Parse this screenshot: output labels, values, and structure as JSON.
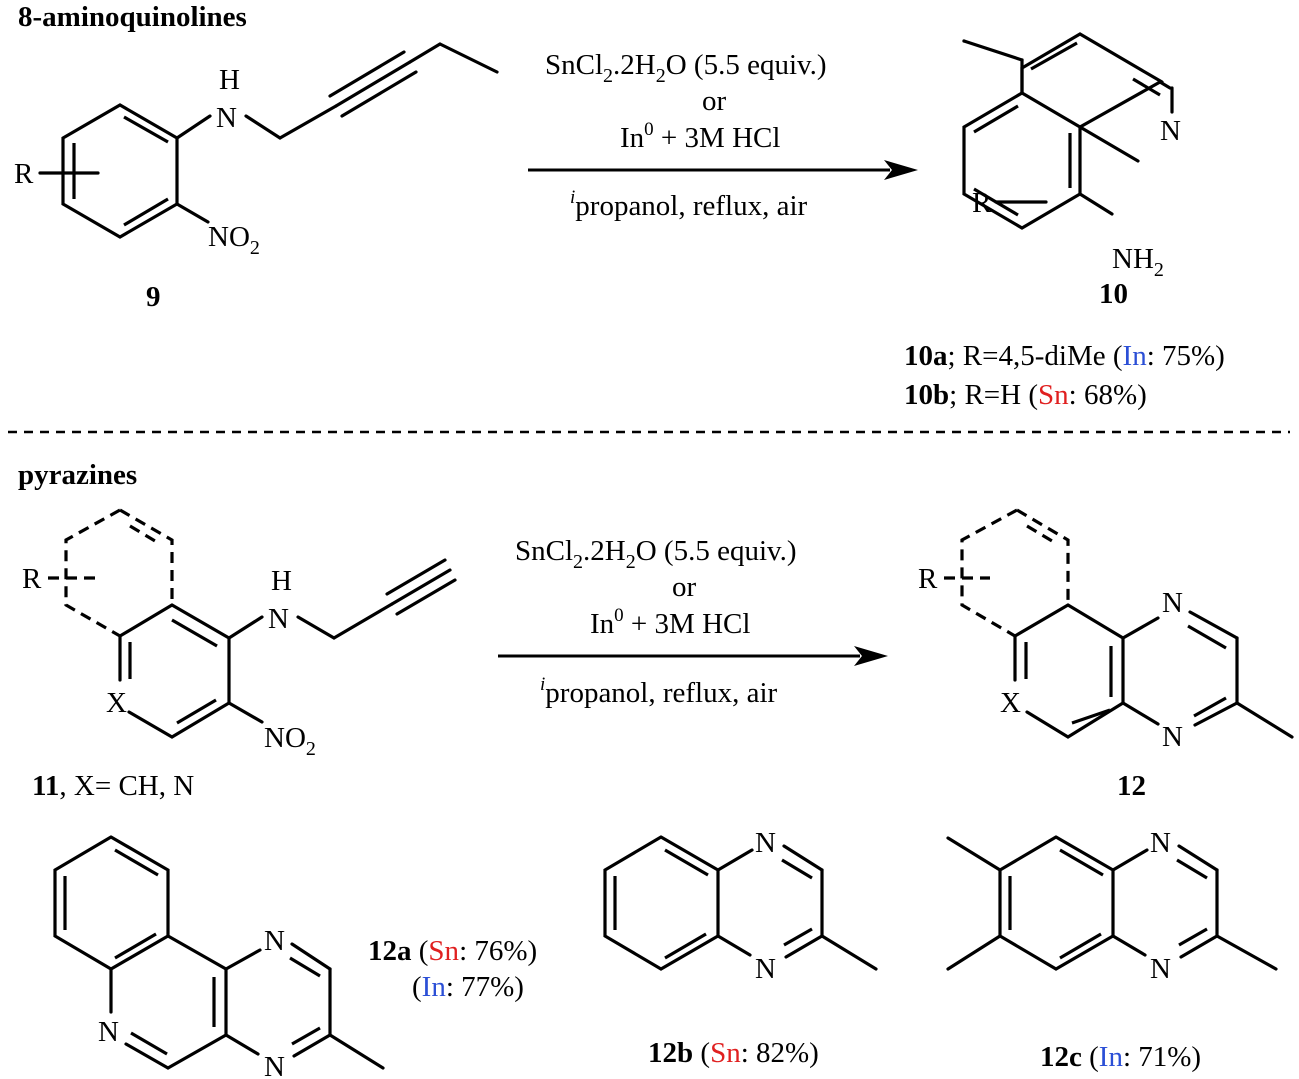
{
  "sections": {
    "top_heading": "8-aminoquinolines",
    "bottom_heading": "pyrazines"
  },
  "reaction1": {
    "reagent_line1_prefix": "SnCl",
    "reagent_line1_sub1": "2",
    "reagent_line1_mid": ".2H",
    "reagent_line1_sub2": "2",
    "reagent_line1_suffix": "O (5.5 equiv.)",
    "or_text": "or",
    "reagent_line2_prefix": "In",
    "reagent_line2_sup": "0",
    "reagent_line2_suffix": " + 3M HCl",
    "conditions_sup": "i",
    "conditions_text": "propanol, reflux, air",
    "starting_material_label": "9",
    "product_label": "10",
    "variants": [
      {
        "label": "10a",
        "sep": "; R=4,5-diMe (",
        "metal": "In",
        "metal_color": "#2b4fd6",
        "yield": ": 75%)"
      },
      {
        "label": "10b",
        "sep": "; R=H (",
        "metal": "Sn",
        "metal_color": "#e02020",
        "yield": ": 68%)"
      }
    ]
  },
  "reaction2": {
    "reagent_line1_prefix": "SnCl",
    "reagent_line1_sub1": "2",
    "reagent_line1_mid": ".2H",
    "reagent_line1_sub2": "2",
    "reagent_line1_suffix": "O (5.5 equiv.)",
    "or_text": "or",
    "reagent_line2_prefix": "In",
    "reagent_line2_sup": "0",
    "reagent_line2_suffix": " + 3M HCl",
    "conditions_sup": "i",
    "conditions_text": "propanol, reflux, air",
    "starting_material_label": "11",
    "starting_material_note": ", X= CH, N",
    "product_label": "12"
  },
  "atoms": {
    "R": "R",
    "H": "H",
    "N": "N",
    "X": "X",
    "NO": "NO",
    "NO_sub": "2",
    "NH": "NH",
    "NH_sub": "2"
  },
  "examples": [
    {
      "label": "12a",
      "open": " (",
      "metal": "Sn",
      "metal_color": "#e02020",
      "yield": ": 76%)",
      "open2": "(",
      "metal2": "In",
      "metal2_color": "#2b4fd6",
      "yield2": ": 77%)"
    },
    {
      "label": "12b",
      "open": " (",
      "metal": "Sn",
      "metal_color": "#e02020",
      "yield": ": 82%)"
    },
    {
      "label": "12c",
      "open": " (",
      "metal": "In",
      "metal_color": "#2b4fd6",
      "yield": ": 71%)"
    }
  ]
}
